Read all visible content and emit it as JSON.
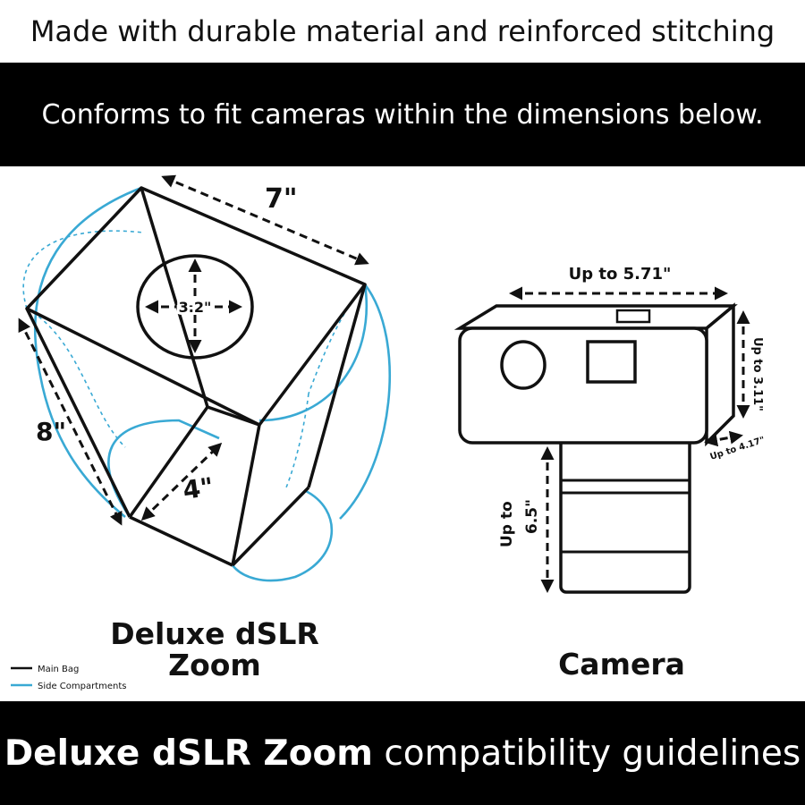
{
  "header": {
    "top_banner": "Made with durable material and reinforced stitching",
    "mid_banner": "Conforms to fit cameras within the dimensions below."
  },
  "bag": {
    "dim_top": "7\"",
    "dim_circle": "3.2\"",
    "dim_left": "8\"",
    "dim_bottom": "4\"",
    "title_line1": "Deluxe dSLR",
    "title_line2": "Zoom"
  },
  "camera": {
    "dim_width": "Up to 5.71\"",
    "dim_height": "Up to 3.11\"",
    "dim_depth": "Up to 4.17\"",
    "dim_lens_1": "Up to",
    "dim_lens_2": "6.5\"",
    "title": "Camera"
  },
  "legend": {
    "main_bag": "Main Bag",
    "side_compartments": "Side Compartments"
  },
  "footer": {
    "bold": "Deluxe dSLR Zoom",
    "rest": " compatibility guidelines"
  },
  "colors": {
    "main_bag": "#111111",
    "side_compartments": "#39a9d4",
    "band": "#000000"
  }
}
